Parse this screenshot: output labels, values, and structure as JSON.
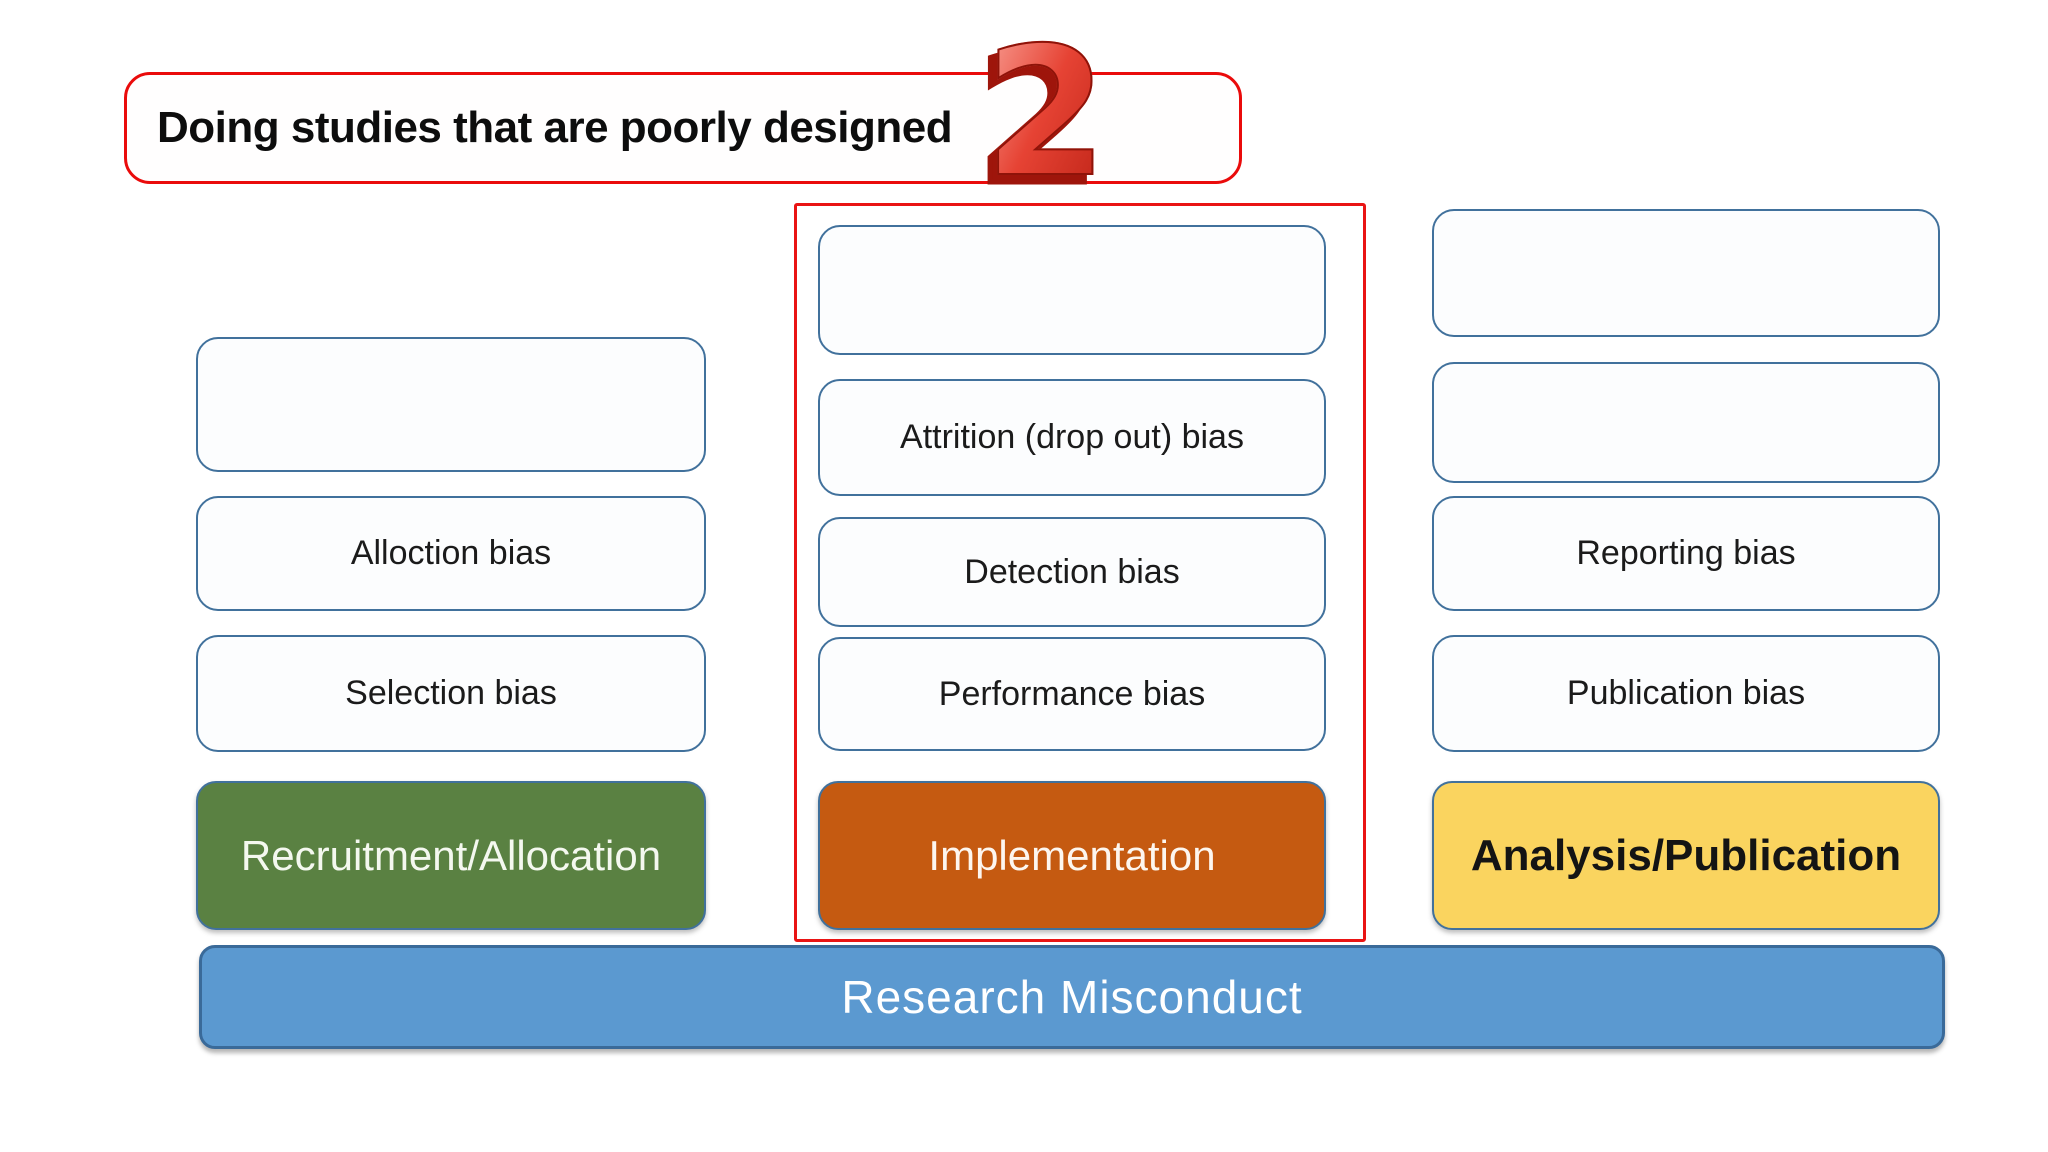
{
  "slide_title": {
    "text": "Doing studies that are poorly designed",
    "badge_number": "2"
  },
  "colors": {
    "accent_red": "#E91414",
    "box_border_blue": "#41719C",
    "recruitment_green": "#5A8142",
    "implementation_orange": "#C55A11",
    "analysis_yellow": "#FAD45F",
    "footer_blue": "#5B99D0",
    "footer_border_blue": "#3A6A99"
  },
  "columns": [
    {
      "name": "recruitment-allocation",
      "header": "Recruitment/Allocation",
      "highlighted": false,
      "boxes": [
        "",
        "Alloction bias",
        "Selection bias"
      ]
    },
    {
      "name": "implementation",
      "header": "Implementation",
      "highlighted": true,
      "boxes": [
        "",
        "Attrition (drop out) bias",
        "Detection bias",
        "Performance bias"
      ]
    },
    {
      "name": "analysis-publication",
      "header": "Analysis/Publication",
      "highlighted": false,
      "boxes": [
        "",
        "",
        "Reporting bias",
        "Publication bias"
      ]
    }
  ],
  "footer_bar": {
    "label": "Research Misconduct"
  }
}
